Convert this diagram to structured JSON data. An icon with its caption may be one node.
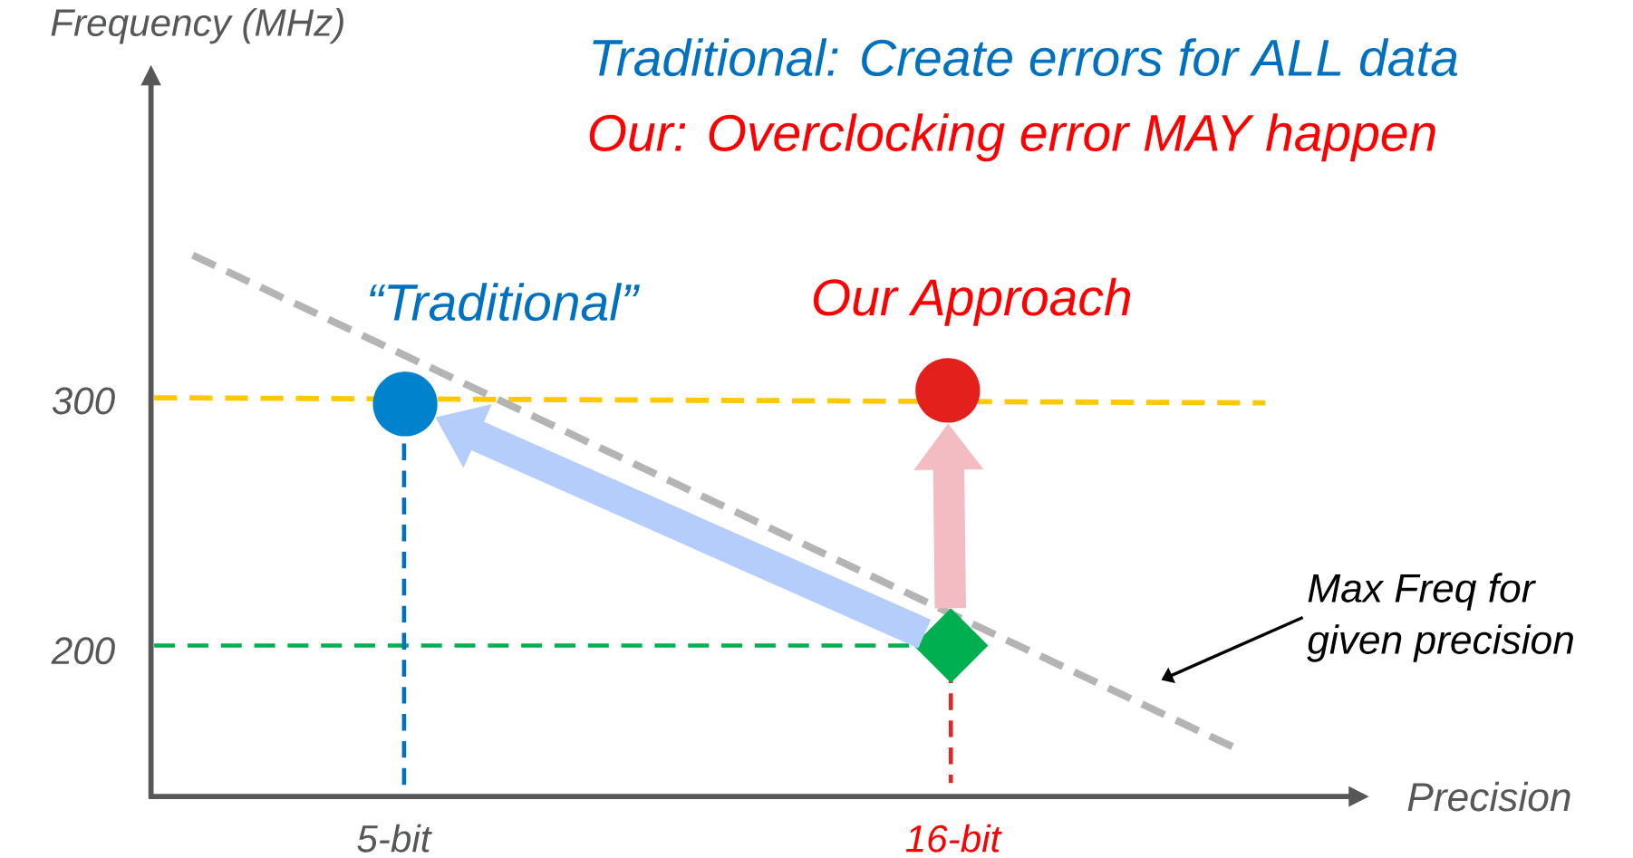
{
  "diagram": {
    "nodes": [
      {
        "text": [],
        "shape": "circle",
        "beside": [
          "“Traditional”"
        ]
      },
      {
        "text": [],
        "shape": "circle",
        "beside": [
          "Our Approach"
        ]
      },
      {
        "text": [],
        "shape": "diamond"
      },
      {
        "text": [
          "Max Freq for given precision"
        ]
      }
    ],
    "edges": [
      {
        "from": 2,
        "to": 0,
        "arrow": "to",
        "color": "#b4cdfa"
      },
      {
        "from": 2,
        "to": 1,
        "arrow": "to",
        "color": "#f2bcc2"
      },
      {
        "from": 3,
        "to": null,
        "arrow": "to",
        "color": "#000000"
      }
    ],
    "labels": [
      "Frequency (MHz)",
      "Traditional: Create errors for ALL data",
      "Our: Overclocking error MAY happen",
      "300",
      "200",
      "Precision",
      "5-bit",
      "16-bit"
    ]
  }
}
